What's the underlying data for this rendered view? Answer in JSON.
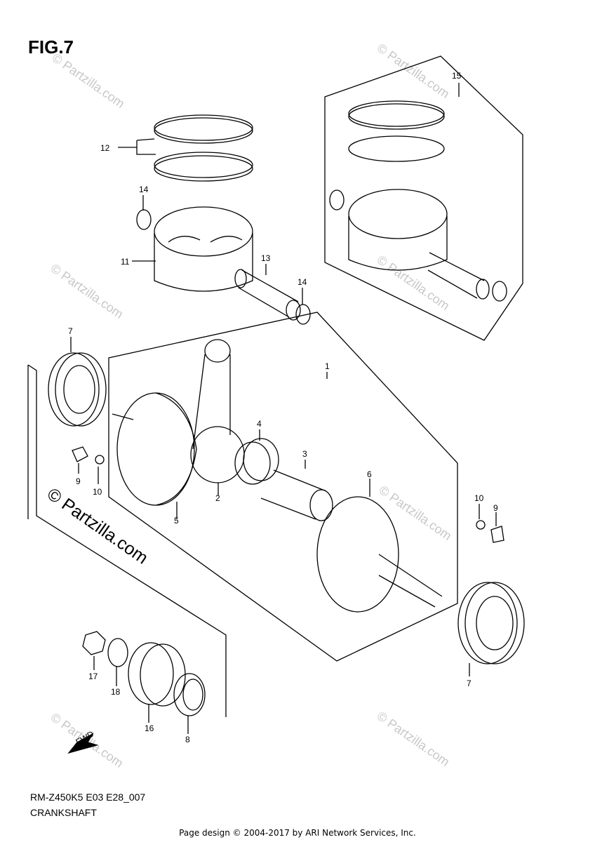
{
  "figure": {
    "title": "FIG.7"
  },
  "watermark": {
    "text": "© Partzilla.com"
  },
  "callouts": {
    "c1": "1",
    "c2": "2",
    "c3": "3",
    "c4": "4",
    "c5": "5",
    "c6": "6",
    "c7": "7",
    "c8": "8",
    "c9": "9",
    "c10": "10",
    "c11": "11",
    "c12": "12",
    "c13": "13",
    "c14": "14",
    "c15": "15",
    "c16": "16",
    "c17": "17",
    "c18": "18"
  },
  "fwd_label": "FWD",
  "footer": {
    "code": "RM-Z450K5 E03 E28_007",
    "name": "CRANKSHAFT",
    "copyright": "Page design © 2004-2017 by ARI Network Services, Inc."
  },
  "colors": {
    "line": "#000000",
    "watermark": "#c8c8c8"
  }
}
